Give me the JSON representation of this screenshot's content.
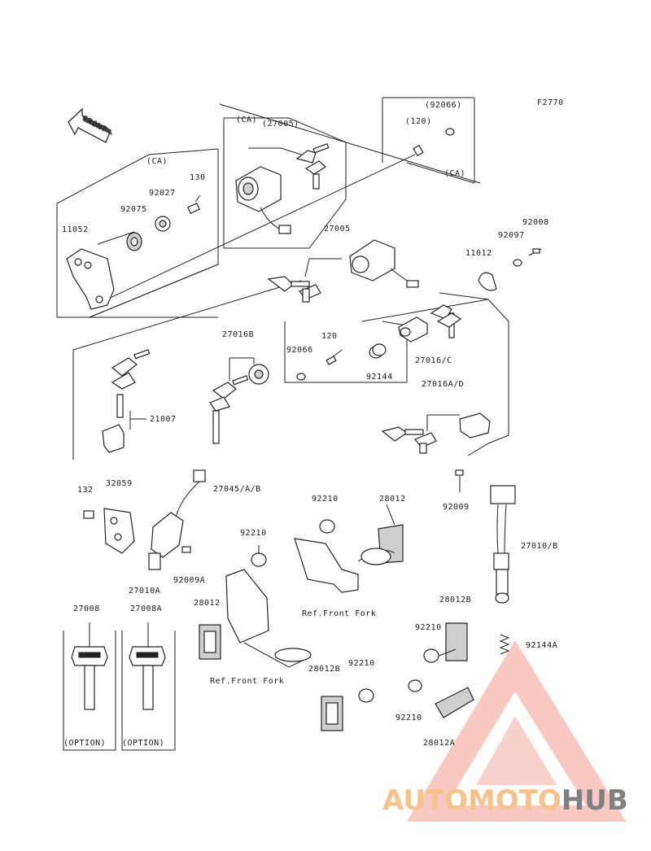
{
  "figure_code": "F2770",
  "front_label": "FRONT",
  "labels": {
    "ca_top_left": "(CA)",
    "ca_top_center": "(CA)",
    "ca_right_upper": "(92066)",
    "ca_right_120": "(120)",
    "ca_right_bottom": "(CA)",
    "p27005_paren": "(27005)",
    "p27005": "27005",
    "p130": "130",
    "p92027": "92027",
    "p92075": "92075",
    "p11052": "11052",
    "p92008": "92008",
    "p92097": "92097",
    "p11012": "11012",
    "p27016b": "27016B",
    "p120": "120",
    "p92066": "92066",
    "p92144": "92144",
    "p27016c": "27016/C",
    "p27016ad": "27016A/D",
    "p21007": "21007",
    "p27045": "27045/A/B",
    "p132": "132",
    "p32059": "32059",
    "p92210_a": "92210",
    "p28012_a": "28012",
    "p92009": "92009",
    "p92210_b": "92210",
    "p27010b": "27010/B",
    "p27010a": "27010A",
    "p92009a": "92009A",
    "ref_front_fork_a": "Ref.Front Fork",
    "p27008": "27008",
    "p27008a": "27008A",
    "p28012_b": "28012",
    "p28012b_a": "28012B",
    "p92210_c": "92210",
    "p92144a": "92144A",
    "ref_front_fork_b": "Ref.Front Fork",
    "p28012b_b": "28012B",
    "p92210_d": "92210",
    "p92210_e": "92210",
    "p28012a": "28012A",
    "option_a": "(OPTION)",
    "option_b": "(OPTION)"
  },
  "watermark": {
    "text_part1": "AUTOMOTO",
    "text_part2": "HUB",
    "color_primary": "#f08a78",
    "color_secondary": "#f6b97a",
    "color_tertiary": "#6b6b6b"
  }
}
